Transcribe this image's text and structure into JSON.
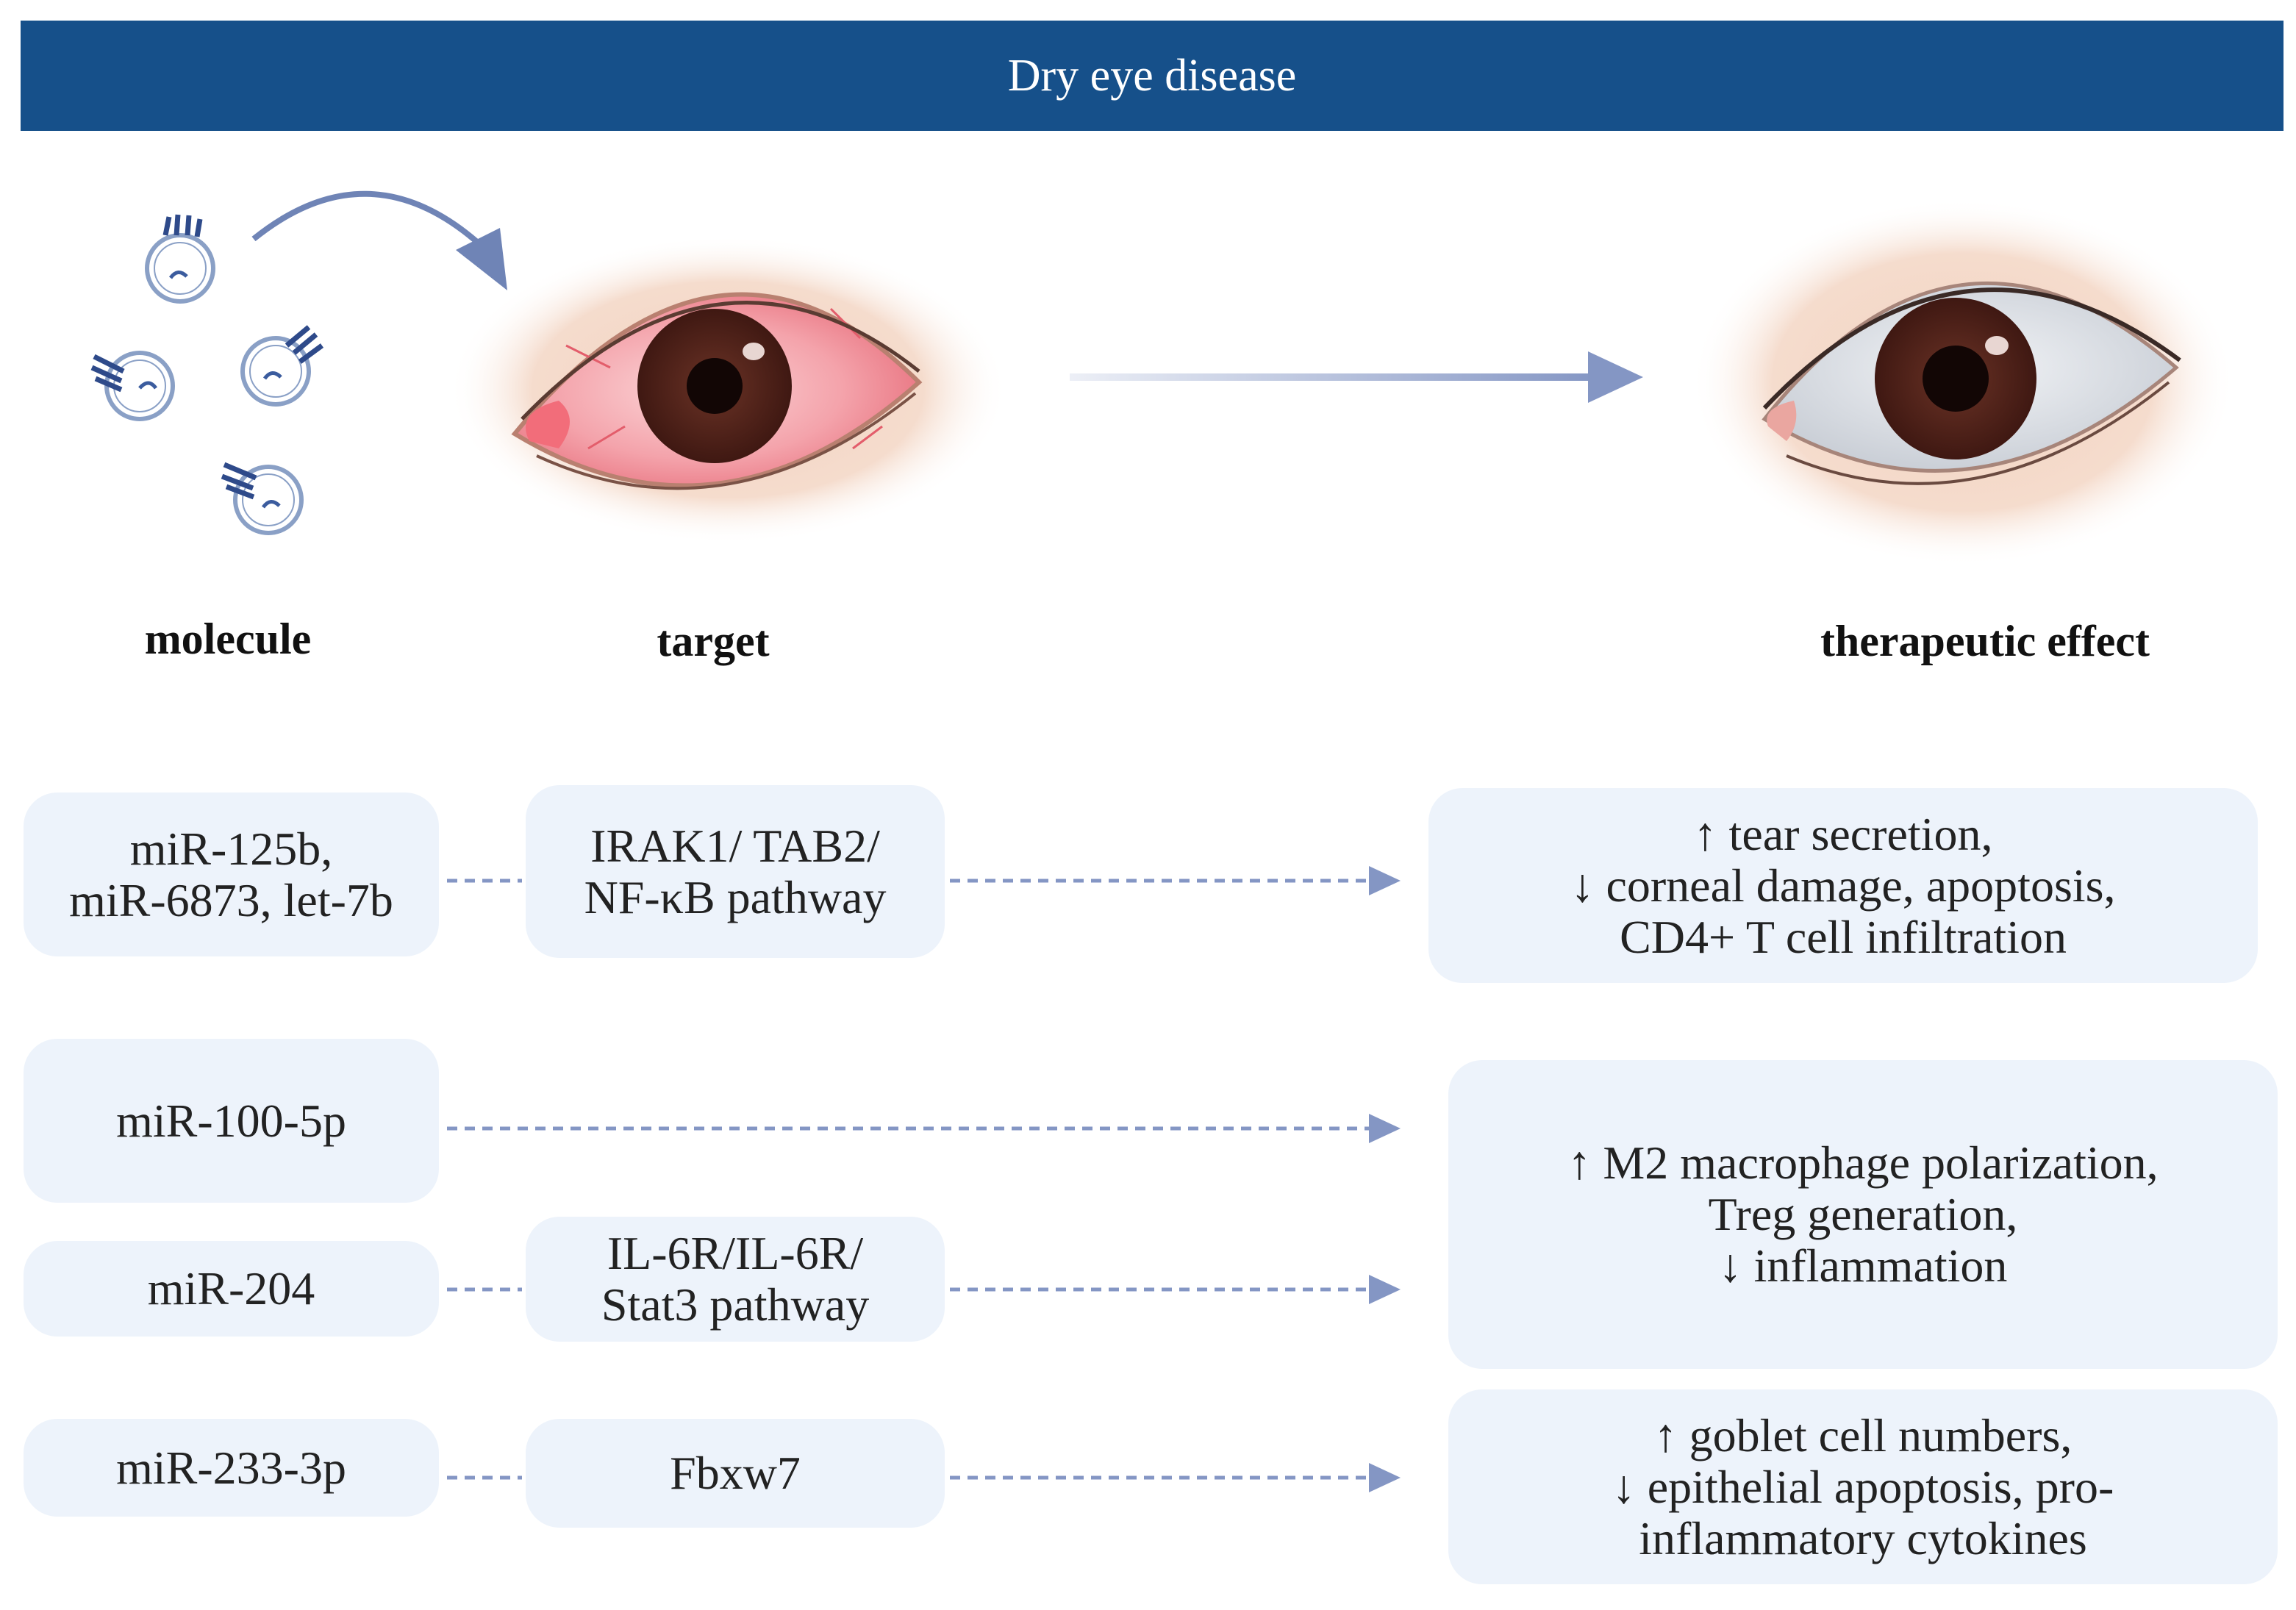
{
  "header": {
    "title": "Dry eye disease"
  },
  "headings": {
    "molecule": "molecule",
    "target": "target",
    "effect": "therapeutic effect"
  },
  "rows": [
    {
      "molecule": [
        "miR-125b,",
        "miR-6873, let-7b"
      ],
      "target": [
        "IRAK1/ TAB2/",
        "NF-κB pathway"
      ]
    },
    {
      "molecule": [
        "miR-100-5p"
      ]
    },
    {
      "molecule": [
        "miR-204"
      ],
      "target": [
        "IL-6R/IL-6R/",
        "Stat3 pathway"
      ]
    },
    {
      "molecule": [
        "miR-233-3p"
      ],
      "target": [
        "Fbxw7"
      ]
    }
  ],
  "effects": [
    [
      "↑ tear secretion,",
      "↓ corneal damage, apoptosis,",
      "CD4+ T cell infiltration"
    ],
    [
      "↑ M2 macrophage polarization,",
      "Treg generation,",
      "↓ inflammation"
    ],
    [
      "↑ goblet cell numbers,",
      "↓ epithelial apoptosis, pro-",
      "inflammatory cytokines"
    ]
  ],
  "colors": {
    "banner": "#16508a",
    "box": "#edf3fb",
    "arrow": "#8496c4",
    "sclera_red": "#f2a7ad",
    "iris": "#4e2218",
    "skin": "#f5d9c8"
  }
}
